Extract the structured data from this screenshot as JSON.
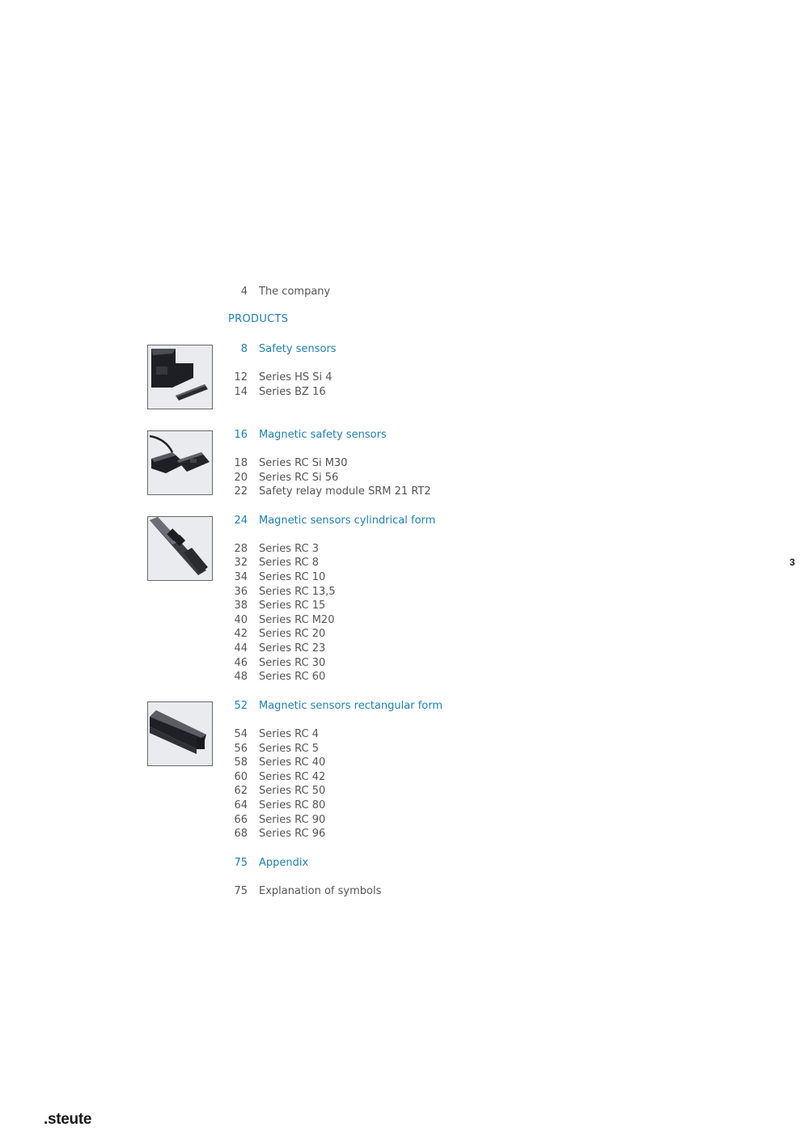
{
  "toc": {
    "company": {
      "page": "4",
      "label": "The company"
    },
    "products_heading": "PRODUCTS",
    "sections": [
      {
        "page": "8",
        "label": "Safety sensors",
        "items": [
          {
            "page": "12",
            "label": "Series HS Si 4"
          },
          {
            "page": "14",
            "label": "Series BZ 16"
          }
        ]
      },
      {
        "page": "16",
        "label": "Magnetic safety sensors",
        "items": [
          {
            "page": "18",
            "label": "Series RC Si M30"
          },
          {
            "page": "20",
            "label": "Series RC Si 56"
          },
          {
            "page": "22",
            "label": "Safety relay module SRM 21 RT2"
          }
        ]
      },
      {
        "page": "24",
        "label": "Magnetic sensors cylindrical form",
        "items": [
          {
            "page": "28",
            "label": "Series RC 3"
          },
          {
            "page": "32",
            "label": "Series RC 8"
          },
          {
            "page": "34",
            "label": "Series RC 10"
          },
          {
            "page": "36",
            "label": "Series RC 13,5"
          },
          {
            "page": "38",
            "label": "Series RC 15"
          },
          {
            "page": "40",
            "label": "Series RC M20"
          },
          {
            "page": "42",
            "label": "Series RC 20"
          },
          {
            "page": "44",
            "label": "Series RC 23"
          },
          {
            "page": "46",
            "label": "Series RC 30"
          },
          {
            "page": "48",
            "label": "Series RC 60"
          }
        ]
      },
      {
        "page": "52",
        "label": "Magnetic sensors rectangular form",
        "items": [
          {
            "page": "54",
            "label": "Series RC 4"
          },
          {
            "page": "56",
            "label": "Series RC 5"
          },
          {
            "page": "58",
            "label": "Series RC 40"
          },
          {
            "page": "60",
            "label": "Series RC 42"
          },
          {
            "page": "62",
            "label": "Series RC 50"
          },
          {
            "page": "64",
            "label": "Series RC 80"
          },
          {
            "page": "66",
            "label": "Series RC 90"
          },
          {
            "page": "68",
            "label": "Series RC 96"
          }
        ]
      },
      {
        "page": "75",
        "label": "Appendix",
        "items": [
          {
            "page": "75",
            "label": "Explanation of symbols"
          }
        ]
      }
    ]
  },
  "page_number": "3",
  "logo": ".steute",
  "colors": {
    "accent": "#1f7fb6",
    "text": "#555555"
  }
}
